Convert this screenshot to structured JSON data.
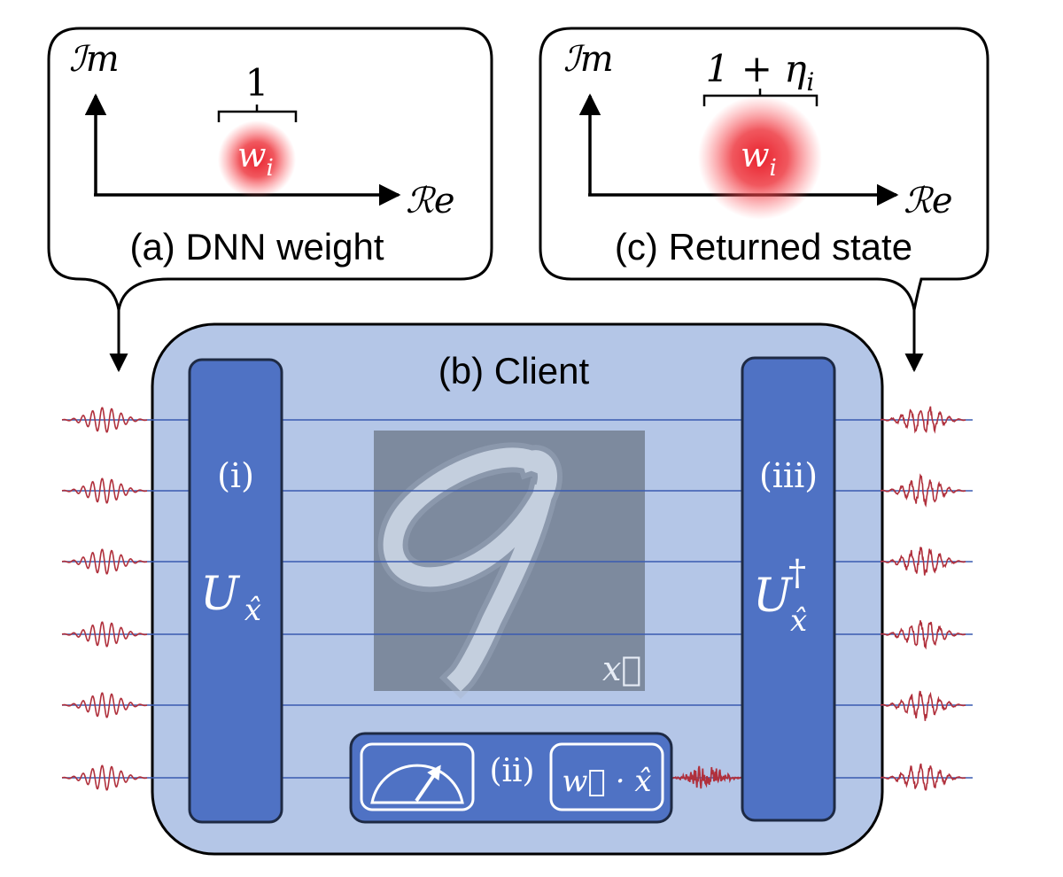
{
  "panel_a": {
    "caption": "(a) DNN weight",
    "axis_y": "ℐm",
    "axis_x": "ℛe",
    "width_label": "1",
    "point_label_base": "w",
    "point_label_sub": "i"
  },
  "panel_c": {
    "caption": "(c) Returned state",
    "axis_y": "ℐm",
    "axis_x": "ℛe",
    "width_label_base": "1 + η",
    "width_label_sub": "i",
    "point_label_base": "w",
    "point_label_sub": "i"
  },
  "client": {
    "title": "(b) Client",
    "block_i_label": "(i)",
    "block_i_symbol": "U",
    "block_i_sub": "x̂",
    "block_iii_label": "(iii)",
    "block_iii_symbol": "U",
    "block_iii_sup": "†",
    "block_iii_sub": "x̂",
    "input_vector_label": "x⃗",
    "measure_label": "(ii)",
    "dot_product_w": "w⃗",
    "dot_product_op": " · ",
    "dot_product_x": "x̂"
  },
  "colors": {
    "client_fill": "#b4c6e7",
    "block_fill": "#4f72c4",
    "wire": "#3a5ab0",
    "wave": "#b0303c",
    "glow": "#e8202c"
  }
}
